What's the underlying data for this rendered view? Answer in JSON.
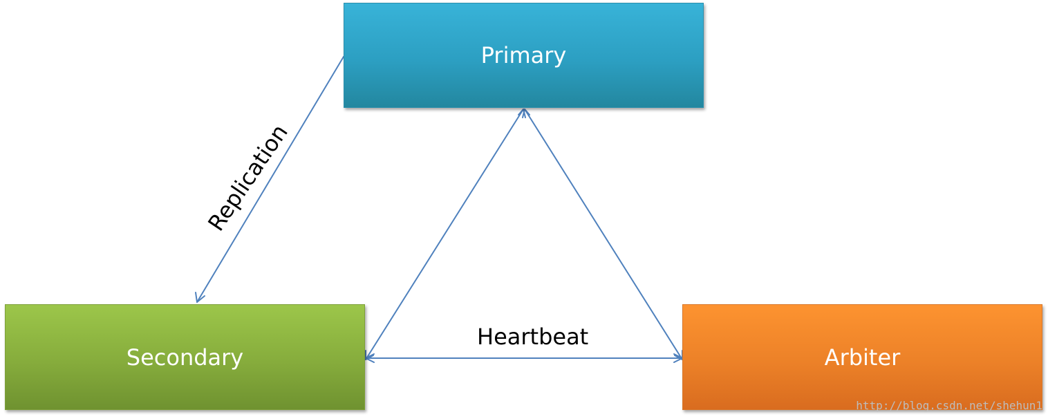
{
  "nodes": {
    "primary": "Primary",
    "secondary": "Secondary",
    "arbiter": "Arbiter"
  },
  "edges": {
    "replication": "Replication",
    "heartbeat": "Heartbeat"
  },
  "watermark": "http://blog.csdn.net/shehun1",
  "colors": {
    "primary": "#2ea3c6",
    "secondary": "#8ab53e",
    "arbiter": "#f5872b",
    "edge": "#4f81bd"
  }
}
